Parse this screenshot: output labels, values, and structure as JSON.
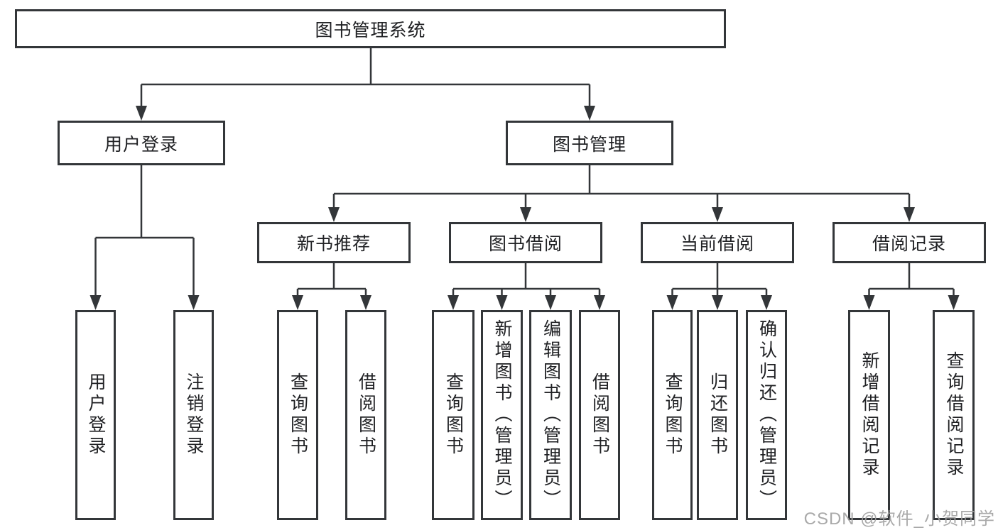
{
  "tree": {
    "root": {
      "label": "图书管理系统"
    },
    "user_login": {
      "label": "用户登录",
      "children": [
        {
          "label": "用户登录"
        },
        {
          "label": "注销登录"
        }
      ]
    },
    "book_management": {
      "label": "图书管理",
      "children": [
        {
          "label": "新书推荐",
          "children": [
            {
              "label": "查询图书"
            },
            {
              "label": "借阅图书"
            }
          ]
        },
        {
          "label": "图书借阅",
          "children": [
            {
              "label": "查询图书"
            },
            {
              "label": "新增图书（管理员）"
            },
            {
              "label": "编辑图书（管理员）"
            },
            {
              "label": "借阅图书"
            }
          ]
        },
        {
          "label": "当前借阅",
          "children": [
            {
              "label": "查询图书"
            },
            {
              "label": "归还图书"
            },
            {
              "label": "确认归还（管理员）"
            }
          ]
        },
        {
          "label": "借阅记录",
          "children": [
            {
              "label": "新增借阅记录"
            },
            {
              "label": "查询借阅记录"
            }
          ]
        }
      ]
    }
  },
  "watermark": {
    "text": "CSDN @软件_小贺同学"
  },
  "colors": {
    "line": "#333639",
    "box_border": "#333639",
    "text": "#202124",
    "watermark": "#a0a0a0",
    "background": "#ffffff"
  }
}
